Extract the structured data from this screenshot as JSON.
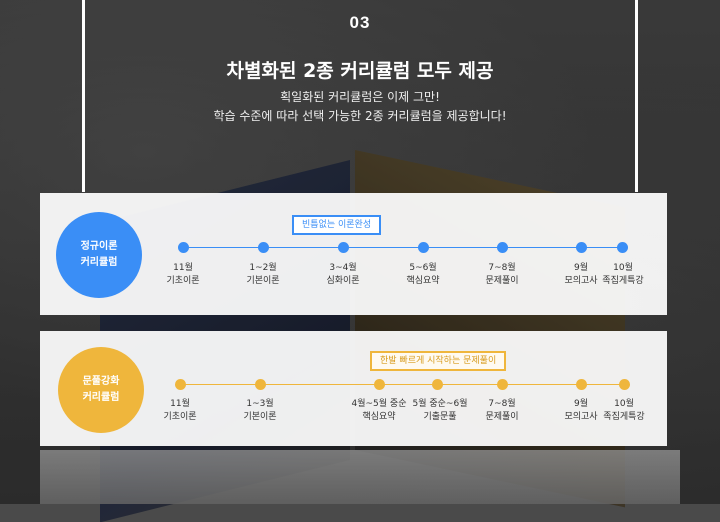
{
  "header": {
    "step_number": "03",
    "title": "차별화된 2종 커리큘럼 모두 제공",
    "subtitle_line1": "획일화된 커리큘럼은 이제 그만!",
    "subtitle_line2": "학습 수준에 따라 선택 가능한 2종 커리큘럼을 제공합니다!"
  },
  "curriculum_basic": {
    "label_line1": "정규이론",
    "label_line2": "커리큘럼",
    "color": "#3a8ef6",
    "callout": "빈틈없는 이론완성",
    "steps": [
      {
        "month": "11월",
        "name": "기초이론"
      },
      {
        "month": "1~2월",
        "name": "기본이론"
      },
      {
        "month": "3~4월",
        "name": "심화이론"
      },
      {
        "month": "5~6월",
        "name": "핵심요약"
      },
      {
        "month": "7~8월",
        "name": "문제풀이"
      },
      {
        "month": "9월",
        "name": "모의고사"
      },
      {
        "month": "10월",
        "name": "족집게특강"
      }
    ]
  },
  "curriculum_problem": {
    "label_line1": "문풀강화",
    "label_line2": "커리큘럼",
    "color": "#efb63c",
    "callout": "한발 빠르게 시작하는 문제풀이",
    "steps": [
      {
        "month": "11월",
        "name": "기초이론"
      },
      {
        "month": "1~3월",
        "name": "기본이론"
      },
      {
        "month": "4월~5월 중순",
        "name": "핵심요약"
      },
      {
        "month": "5월 중순~6월",
        "name": "기출문풀"
      },
      {
        "month": "7~8월",
        "name": "문제풀이"
      },
      {
        "month": "9월",
        "name": "모의고사"
      },
      {
        "month": "10월",
        "name": "족집게특강"
      }
    ]
  }
}
